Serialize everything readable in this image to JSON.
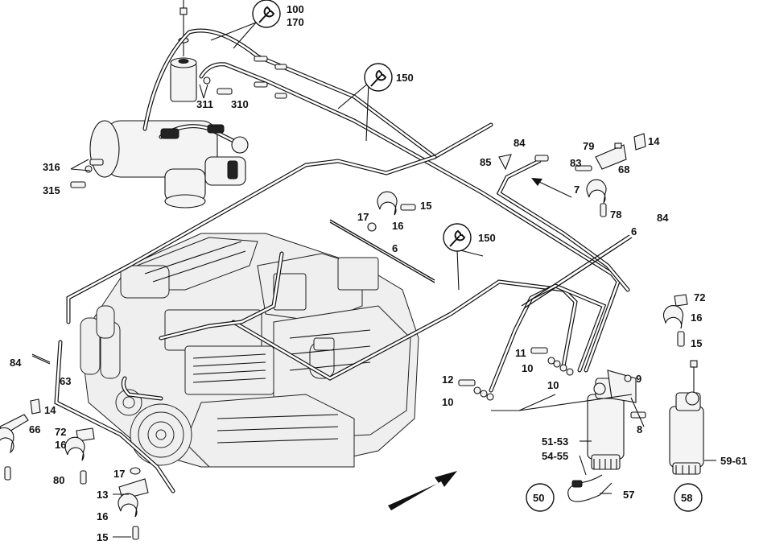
{
  "wrench_callouts": [
    {
      "id": "w1",
      "labels": [
        "100",
        "170"
      ]
    },
    {
      "id": "w2",
      "labels": [
        "150"
      ]
    },
    {
      "id": "w3",
      "labels": [
        "150"
      ]
    }
  ],
  "circled_labels": [
    "50",
    "58"
  ],
  "part_labels": {
    "p311": "311",
    "p310": "310",
    "p316": "316",
    "p315": "315",
    "p84a": "84",
    "p85": "85",
    "p79": "79",
    "p14a": "14",
    "p83": "83",
    "p68": "68",
    "p7": "7",
    "p78": "78",
    "p17a": "17",
    "p16a": "16",
    "p15a": "15",
    "p6a": "6",
    "p6b": "6",
    "p84b": "84",
    "p72a": "72",
    "p16b": "16",
    "p15b": "15",
    "p11": "11",
    "p10a": "10",
    "p10b": "10",
    "p12": "12",
    "p10c": "10",
    "p9": "9",
    "p8": "8",
    "p5153": "51-53",
    "p5455": "54-55",
    "p57": "57",
    "p5961": "59-61",
    "p84c": "84",
    "p63": "63",
    "p14b": "14",
    "p66": "66",
    "p72b": "72",
    "p16c": "16",
    "p80": "80",
    "p17b": "17",
    "p13": "13",
    "p16d": "16",
    "p15c": "15"
  }
}
